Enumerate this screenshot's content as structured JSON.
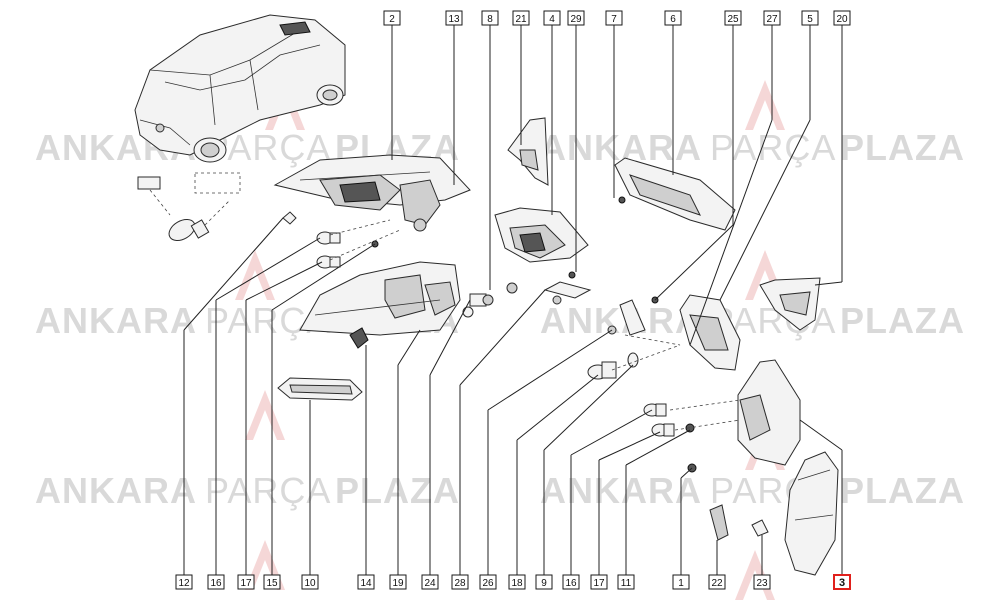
{
  "watermark": {
    "word1": "ANKARA",
    "word2": "PARÇA",
    "word3": "PLAZA",
    "color": "#d9d9d9",
    "logo_color": "#f2c9c9"
  },
  "callouts_top": [
    "2",
    "13",
    "8",
    "21",
    "4",
    "29",
    "7",
    "6",
    "25",
    "27",
    "5",
    "20"
  ],
  "callouts_bottom": [
    "12",
    "16",
    "17",
    "15",
    "10",
    "14",
    "19",
    "24",
    "28",
    "26",
    "18",
    "9",
    "16",
    "17",
    "11",
    "1",
    "22",
    "23",
    "3"
  ],
  "highlighted_callout": "3",
  "highlight_color": "#e0201c"
}
